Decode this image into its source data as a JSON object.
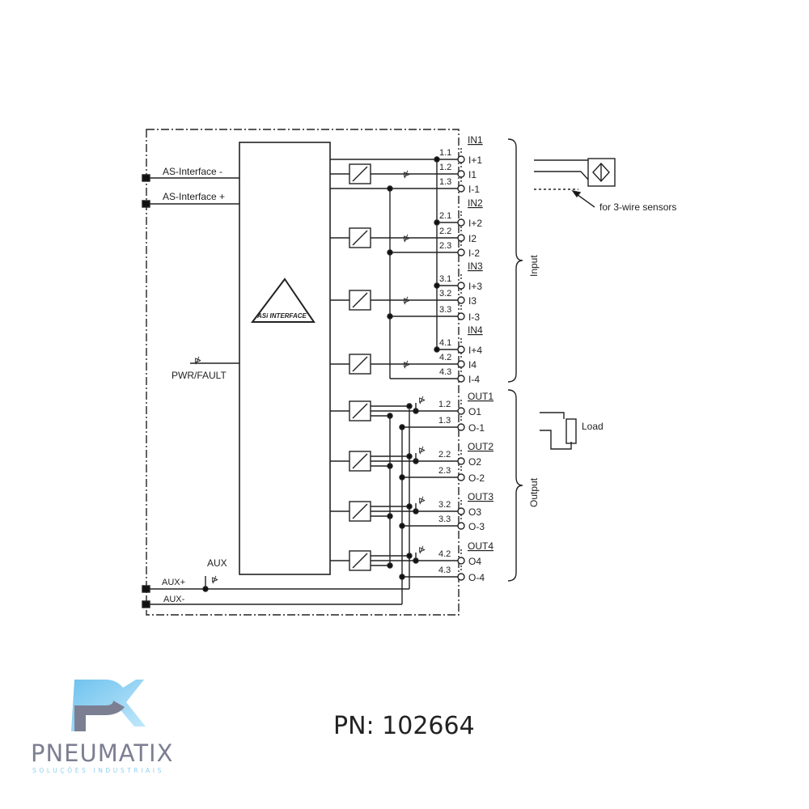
{
  "diagram": {
    "bus_labels": {
      "as_minus": "AS-Interface -",
      "as_plus": "AS-Interface +",
      "pwr_fault": "PWR/FAULT",
      "aux_led": "AUX",
      "aux_plus": "AUX+",
      "aux_minus": "AUX-"
    },
    "logo_text": "ASi INTERFACE",
    "inputs": [
      {
        "group": "IN1",
        "pins": [
          {
            "num": "1.1",
            "label": "I+1"
          },
          {
            "num": "1.2",
            "label": "I1"
          },
          {
            "num": "1.3",
            "label": "I-1"
          }
        ]
      },
      {
        "group": "IN2",
        "pins": [
          {
            "num": "2.1",
            "label": "I+2"
          },
          {
            "num": "2.2",
            "label": "I2"
          },
          {
            "num": "2.3",
            "label": "I-2"
          }
        ]
      },
      {
        "group": "IN3",
        "pins": [
          {
            "num": "3.1",
            "label": "I+3"
          },
          {
            "num": "3.2",
            "label": "I3"
          },
          {
            "num": "3.3",
            "label": "I-3"
          }
        ]
      },
      {
        "group": "IN4",
        "pins": [
          {
            "num": "4.1",
            "label": "I+4"
          },
          {
            "num": "4.2",
            "label": "I4"
          },
          {
            "num": "4.3",
            "label": "I-4"
          }
        ]
      }
    ],
    "outputs": [
      {
        "group": "OUT1",
        "pins": [
          {
            "num": "1.2",
            "label": "O1"
          },
          {
            "num": "1.3",
            "label": "O-1"
          }
        ]
      },
      {
        "group": "OUT2",
        "pins": [
          {
            "num": "2.2",
            "label": "O2"
          },
          {
            "num": "2.3",
            "label": "O-2"
          }
        ]
      },
      {
        "group": "OUT3",
        "pins": [
          {
            "num": "3.2",
            "label": "O3"
          },
          {
            "num": "3.3",
            "label": "O-3"
          }
        ]
      },
      {
        "group": "OUT4",
        "pins": [
          {
            "num": "4.2",
            "label": "O4"
          },
          {
            "num": "4.3",
            "label": "O-4"
          }
        ]
      }
    ],
    "section_labels": {
      "input": "Input",
      "output": "Output"
    },
    "sensor_note": "for 3-wire sensors",
    "load_label": "Load"
  },
  "footer": {
    "part_number": "PN: 102664",
    "brand": "PNEUMATIX",
    "tagline": "SOLUÇÕES INDUSTRIAIS"
  }
}
